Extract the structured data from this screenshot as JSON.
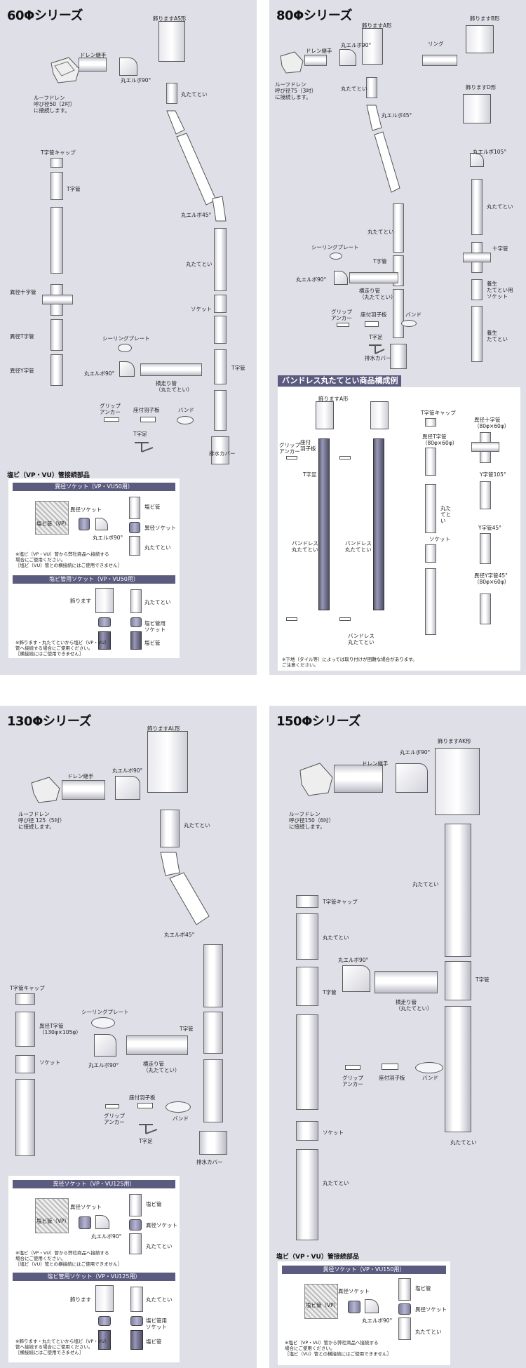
{
  "panels": {
    "s60": {
      "title": "60Φシリーズ",
      "labels": {
        "kazari": "飾りますAS形",
        "drain_tsugite": "ドレン継手",
        "roof_drain": "ルーフドレン\n呼び径50（2吋）\nに接続します。",
        "elbow90": "丸エルボ90°",
        "marutatetoi1": "丸たてとい",
        "elbow45": "丸エルボ45°",
        "marutatetoi2": "丸たてとい",
        "tcap": "T字管キャップ",
        "tkan": "T字管",
        "ikei_juji": "異径十字管",
        "ikei_t": "異径T字管",
        "ikei_y": "異径Y字管",
        "socket": "ソケット",
        "sealing": "シーリングプレート",
        "elbow90b": "丸エルボ90°",
        "yokobashiri": "横走り管\n（丸たてとい）",
        "tkan2": "T字管",
        "grip": "グリップ\nアンカー",
        "zatsuki": "座付羽子板",
        "band": "バンド",
        "tashi": "T字足",
        "haisui": "排水カバー"
      },
      "section": "塩ビ（VP・VU）管接続部品",
      "sub1": {
        "header": "異径ソケット（VP・VU50用）",
        "ikei_socket": "異径ソケット",
        "enbi_vp": "塩ビ管（VP）",
        "elbow90": "丸エルボ90°",
        "enbikan": "塩ビ管",
        "ikei_socket2": "異径ソケット",
        "marutatetoi": "丸たてとい",
        "note": "※塩ビ（VP・VU）管から弊社商品へ接続する\n場合にご使用ください。\n［塩ビ（VU）管との横接続にはご使用できません］"
      },
      "sub2": {
        "header": "塩ビ管用ソケット（VP・VU50用）",
        "kazari": "飾ります",
        "marutatetoi": "丸たてとい",
        "enbi_socket": "塩ビ管用\nソケット",
        "enbikan": "塩ビ管",
        "note": "※飾ります・丸たてといから塩ビ（VP・VU）\n管へ接続する場合にご使用ください。\n［横接続にはご使用できません］"
      }
    },
    "s80": {
      "title": "80Φシリーズ",
      "labels": {
        "kazari_a": "飾りますA形",
        "kazari_b": "飾りますB形",
        "drain_tsugite": "ドレン継手",
        "elbow90": "丸エルボ90°",
        "ring": "リング",
        "roof_drain": "ルーフドレン\n呼び径75（3吋）\nに接続します。",
        "marutatetoi": "丸たてとい",
        "kazari_d": "飾りますD形",
        "elbow45": "丸エルボ45°",
        "elbow105": "丸エルボ105°",
        "marutatetoi2": "丸たてとい",
        "marutatetoi3": "丸たてとい",
        "sealing": "シーリングプレート",
        "juji": "十字管",
        "tkan": "T字管",
        "elbow90b": "丸エルボ90°",
        "yokobashiri": "横走り管\n（丸たてとい）",
        "yojo_socket": "養生\nたてとい用\nソケット",
        "grip": "グリップ\nアンカー",
        "zatsuki": "座付羽子板",
        "band": "バンド",
        "tashi": "T字足",
        "yojo": "養生\nたてとい",
        "haisui": "排水カバー"
      },
      "band_header": "バンドレス丸たてとい商品構成例",
      "band": {
        "kazari_a": "飾りますA形",
        "tcap": "T字管キャップ",
        "ikei_juji": "異径十字管\n（80φ×60φ）",
        "grip": "グリップ\nアンカー",
        "zatsuki": "座付\n羽子板",
        "tashi": "T字足",
        "ikei_t": "異径T字管\n（80φ×60φ）",
        "y105": "Y字管105°",
        "marutatetoi": "丸た\nてと\nい",
        "socket": "ソケット",
        "bandless1": "バンドレス\n丸たてとい",
        "bandless2": "バンドレス\n丸たてとい",
        "y45": "Y字管45°",
        "ikei_y45": "異径Y字管45°\n（80φ×60φ）",
        "bandless3": "バンドレス\n丸たてとい",
        "note": "※下地（タイル等）によっては取り付けが困難な場合があります。\nご注意ください。"
      }
    },
    "s130": {
      "title": "130Φシリーズ",
      "labels": {
        "kazari": "飾りますAL形",
        "drain_tsugite": "ドレン継手",
        "elbow90": "丸エルボ90°",
        "roof_drain": "ルーフドレン\n呼び径 125（5吋）\nに接続します。",
        "marutatetoi": "丸たてとい",
        "elbow45": "丸エルボ45°",
        "tcap": "T字管キャップ",
        "sealing": "シーリングプレート",
        "ikei_t": "異径T字管\n（130φ×105φ）",
        "tkan": "T字管",
        "socket": "ソケット",
        "elbow90b": "丸エルボ90°",
        "yokobashiri": "横走り管\n（丸たてとい）",
        "zatsuki": "座付羽子板",
        "grip": "グリップ\nアンカー",
        "band": "バンド",
        "tashi": "T字足",
        "haisui": "排水カバー"
      },
      "sub1": {
        "header": "異径ソケット（VP・VU125用）",
        "ikei_socket": "異径ソケット",
        "enbi_vp": "塩ビ管（VP）",
        "elbow90": "丸エルボ90°",
        "enbikan": "塩ビ管",
        "ikei_socket2": "異径ソケット",
        "marutatetoi": "丸たてとい",
        "note": "※塩ビ（VP・VU）管から弊社商品へ接続する\n場合にご使用ください。\n［塩ビ（VU）管との横接続にはご使用できません］"
      },
      "sub2": {
        "header": "塩ビ管用ソケット（VP・VU125用）",
        "kazari": "飾ります",
        "marutatetoi": "丸たてとい",
        "enbi_socket": "塩ビ管用\nソケット",
        "enbikan": "塩ビ管",
        "note": "※飾ります・丸たてといから塩ビ（VP・VU）\n管へ接続する場合にご使用ください。\n［横接続にはご使用できません］"
      }
    },
    "s150": {
      "title": "150Φシリーズ",
      "labels": {
        "kazari": "飾りますAK形",
        "drain_tsugite": "ドレン継手",
        "elbow90": "丸エルボ90°",
        "roof_drain": "ルーフドレン\n呼び径150（6吋）\nに接続します。",
        "marutatetoi1": "丸たてとい",
        "tcap": "T字管キャップ",
        "marutatetoi2": "丸たてとい",
        "elbow90b": "丸エルボ90°",
        "tkan": "T字管",
        "tkan2": "T字管",
        "yokobashiri": "横走り管\n（丸たてとい）",
        "grip": "グリップ\nアンカー",
        "zatsuki": "座付羽子板",
        "band": "バンド",
        "socket": "ソケット",
        "marutatetoi3": "丸たてとい",
        "marutatetoi4": "丸たてとい"
      },
      "section": "塩ビ（VP・VU）管接続部品",
      "sub1": {
        "header": "異径ソケット（VP・VU150用）",
        "ikei_socket": "異径ソケット",
        "enbi_vp": "塩ビ管（VP）",
        "elbow90": "丸エルボ90°",
        "enbikan": "塩ビ管",
        "ikei_socket2": "異径ソケット",
        "marutatetoi": "丸たてとい",
        "note": "※塩ビ（VP・VU）管から弊社商品へ接続する\n場合にご使用ください。\n［塩ビ（VU）管との横接続にはご使用できません］"
      }
    }
  },
  "colors": {
    "panel_bg": "#dfdfe8",
    "header_bg": "#5b5b80",
    "pipe_dark": "#6a6a88"
  }
}
